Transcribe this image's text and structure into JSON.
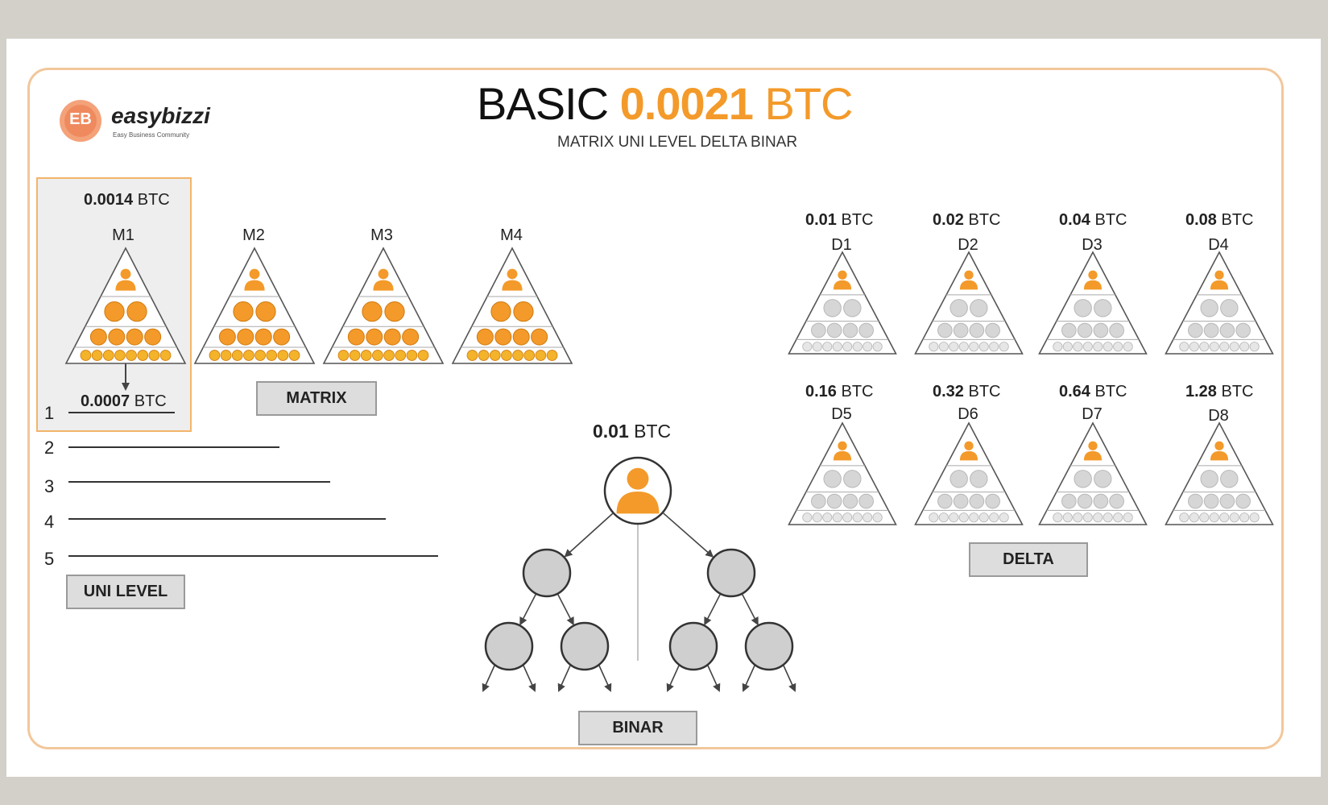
{
  "logo": {
    "initials": "EB",
    "name": "easybizzi",
    "tagline": "Easy Business Community"
  },
  "header": {
    "title_prefix": "BASIC",
    "title_amount": "0.0021",
    "title_suffix": "BTC",
    "subtitle": "MATRIX UNI LEVEL DELTA BINAR"
  },
  "matrix": {
    "label": "MATRIX",
    "top_price": {
      "amount": "0.0014",
      "unit": "BTC"
    },
    "levels": [
      {
        "label": "M1"
      },
      {
        "label": "M2"
      },
      {
        "label": "M3"
      },
      {
        "label": "M4"
      }
    ]
  },
  "unilevel": {
    "label": "UNI LEVEL",
    "first_price": {
      "amount": "0.0007",
      "unit": "BTC"
    },
    "rows": [
      "1",
      "2",
      "3",
      "4",
      "5"
    ]
  },
  "binar": {
    "label": "BINAR",
    "price": {
      "amount": "0.01",
      "unit": "BTC"
    }
  },
  "delta": {
    "label": "DELTA",
    "levels": [
      {
        "label": "D1",
        "amount": "0.01",
        "unit": "BTC"
      },
      {
        "label": "D2",
        "amount": "0.02",
        "unit": "BTC"
      },
      {
        "label": "D3",
        "amount": "0.04",
        "unit": "BTC"
      },
      {
        "label": "D4",
        "amount": "0.08",
        "unit": "BTC"
      },
      {
        "label": "D5",
        "amount": "0.16",
        "unit": "BTC"
      },
      {
        "label": "D6",
        "amount": "0.32",
        "unit": "BTC"
      },
      {
        "label": "D7",
        "amount": "0.64",
        "unit": "BTC"
      },
      {
        "label": "D8",
        "amount": "1.28",
        "unit": "BTC"
      }
    ]
  },
  "colors": {
    "accent": "#f39a2a",
    "frame": "#f2c79b",
    "node_gray": "#cfcfcf",
    "coin_gray": "#d6d6d6",
    "button_bg": "#dddddd",
    "background": "#d3d0c9"
  }
}
